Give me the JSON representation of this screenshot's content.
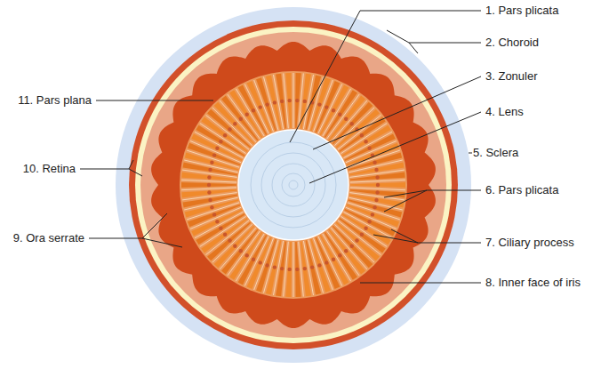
{
  "diagram": {
    "labels": [
      "1. Pars plicata",
      "2. Choroid",
      "3. Zonuler",
      "4. Lens",
      "5. Sclera",
      "6. Pars plicata",
      "7. Ciliary process",
      "8. Inner face of iris",
      "9. Ora serrate",
      "10. Retina",
      "11. Pars plana"
    ]
  }
}
